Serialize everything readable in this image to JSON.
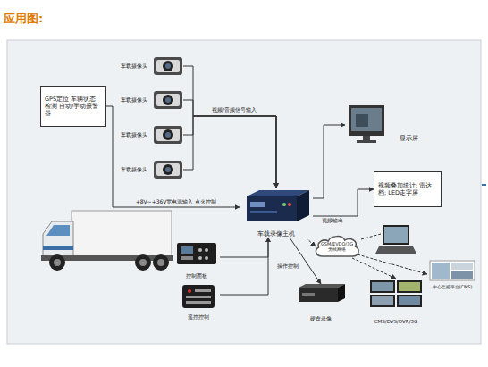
{
  "diagram": {
    "title": "应用图:",
    "nodes": [
      {
        "text": [
          "GPS定位 车辆状态检测 自动/手动报警器"
        ]
      },
      {
        "text": [
          "车载摄像头"
        ]
      },
      {
        "text": [
          "车载摄像头"
        ]
      },
      {
        "text": [
          "车载摄像头"
        ]
      },
      {
        "text": [
          "车载摄像头"
        ]
      },
      {
        "text": [
          "车载录像主机"
        ]
      },
      {
        "text": [
          "显示屏"
        ]
      },
      {
        "text": [
          "视频叠加统计: 雷达档; LED走字屏"
        ]
      },
      {
        "text": [
          "GSM/EVDO/3G 无线网络"
        ]
      },
      {
        "text": [
          "CMS/DVS/DVR/3G"
        ]
      },
      {
        "text": [
          "中心监控平台(CMS)"
        ]
      },
      {
        "text": [
          "硬盘录像"
        ]
      },
      {
        "text": [
          "控制面板"
        ]
      },
      {
        "text": [
          "遥控控制"
        ]
      }
    ],
    "edges": [
      {
        "from": 1,
        "to": 5,
        "label": "视频/音频信号输入",
        "arrow": "to"
      },
      {
        "from": 2,
        "to": 5,
        "arrow": "to"
      },
      {
        "from": 3,
        "to": 5,
        "arrow": "to"
      },
      {
        "from": 4,
        "to": 5,
        "arrow": "to"
      },
      {
        "from": 0,
        "to": 5,
        "label": "+8V~+36V宽电源输入 点火控制",
        "arrow": "to"
      },
      {
        "from": 5,
        "to": 6,
        "arrow": "to"
      },
      {
        "from": 5,
        "to": 7,
        "arrow": "to"
      },
      {
        "from": 5,
        "to": 8,
        "arrow": "to"
      },
      {
        "from": 8,
        "to": 9,
        "arrow": "to"
      },
      {
        "from": 8,
        "to": 10,
        "arrow": "to"
      },
      {
        "from": 5,
        "to": 11,
        "arrow": "to"
      },
      {
        "from": 12,
        "to": 5,
        "label": "操作控制",
        "arrow": "to"
      },
      {
        "from": 13,
        "to": 5,
        "arrow": "to"
      }
    ],
    "labels": [
      "视频输出"
    ]
  }
}
